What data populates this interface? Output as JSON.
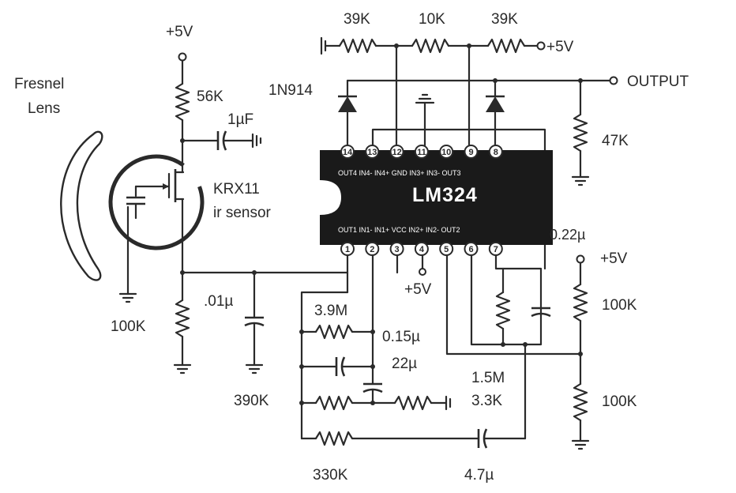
{
  "labels": {
    "lens": "Fresnel",
    "lens2": "Lens",
    "vcc_top": "+5V",
    "r56k": "56K",
    "cap1": "1µF",
    "krx": "KRX11",
    "ir": "ir sensor",
    "r100k_left": "100K",
    "cap01": ".01µ",
    "r39k_a": "39K",
    "r10k": "10K",
    "r39k_b": "39K",
    "vcc_top_right": "+5V",
    "diode": "1N914",
    "output": "OUTPUT",
    "r47k": "47K",
    "chip": "LM324",
    "c022": "0.22µ",
    "vcc_right": "+5V",
    "r100k_r1": "100K",
    "r100k_r2": "100K",
    "vcc_mid": "+5V",
    "r39m": "3.9M",
    "c015": "0.15µ",
    "c22": "22µ",
    "r15m": "1.5M",
    "r33k": "3.3K",
    "r390k": "390K",
    "r330k": "330K",
    "c47": "4.7µ"
  },
  "pins_top": [
    "14",
    "13",
    "12",
    "11",
    "10",
    "9",
    "8"
  ],
  "pins_bottom": [
    "1",
    "2",
    "3",
    "4",
    "5",
    "6",
    "7"
  ],
  "pin_labels_top": "OUT4 IN4-  IN4+  GND  IN3+  IN3-  OUT3",
  "pin_labels_bottom": "OUT1 IN1-  IN1+  VCC  IN2+  IN2-  OUT2"
}
